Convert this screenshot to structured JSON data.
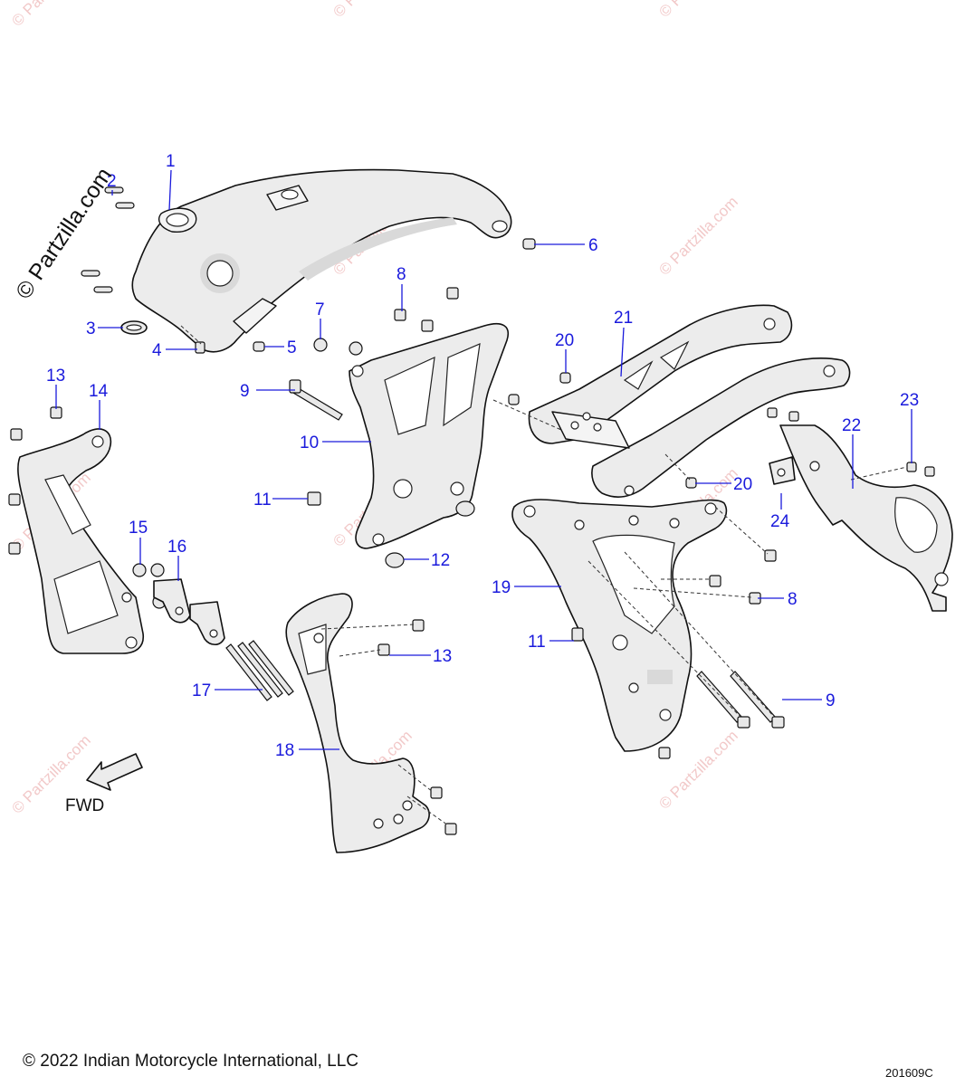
{
  "watermark": {
    "text": "© Partzilla.com",
    "color": "#f2c9c9"
  },
  "brand_stamp": "© Partzilla.com",
  "callouts": [
    {
      "n": "1"
    },
    {
      "n": "2"
    },
    {
      "n": "3"
    },
    {
      "n": "4"
    },
    {
      "n": "5"
    },
    {
      "n": "6"
    },
    {
      "n": "7"
    },
    {
      "n": "8"
    },
    {
      "n": "9"
    },
    {
      "n": "10"
    },
    {
      "n": "11"
    },
    {
      "n": "12"
    },
    {
      "n": "13"
    },
    {
      "n": "14"
    },
    {
      "n": "15"
    },
    {
      "n": "16"
    },
    {
      "n": "17"
    },
    {
      "n": "18"
    },
    {
      "n": "19"
    },
    {
      "n": "20"
    },
    {
      "n": "21"
    },
    {
      "n": "22"
    },
    {
      "n": "23"
    },
    {
      "n": "24"
    },
    {
      "n": "8"
    },
    {
      "n": "9"
    },
    {
      "n": "11"
    },
    {
      "n": "13"
    },
    {
      "n": "20"
    }
  ],
  "direction_label": "FWD",
  "callout_color": "#1a1adc",
  "copyright": "© 2022 Indian Motorcycle International, LLC",
  "drawing_number": "201609C"
}
